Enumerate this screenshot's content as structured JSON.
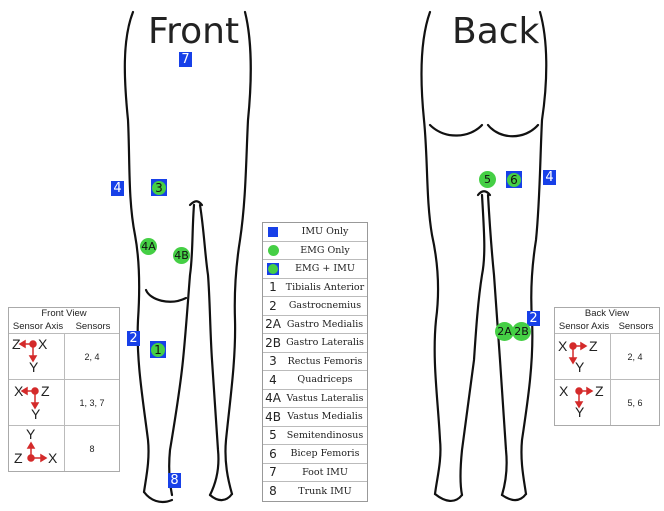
{
  "views": {
    "front_title": "Front",
    "back_title": "Back"
  },
  "markers": {
    "m7": "7",
    "m4_front": "4",
    "m3": "3",
    "m4a": "4A",
    "m4b": "4B",
    "m2_front": "2",
    "m1": "1",
    "m8": "8",
    "m5": "5",
    "m6": "6",
    "m4_back": "4",
    "m2_back": "2",
    "m2a": "2A",
    "m2b": "2B"
  },
  "legend": [
    {
      "symbol": "imu",
      "label": "IMU Only"
    },
    {
      "symbol": "emg",
      "label": "EMG Only"
    },
    {
      "symbol": "combo",
      "label": "EMG + IMU"
    },
    {
      "symbol": "1",
      "label": "Tibialis Anterior"
    },
    {
      "symbol": "2",
      "label": "Gastrocnemius"
    },
    {
      "symbol": "2A",
      "label": "Gastro Medialis"
    },
    {
      "symbol": "2B",
      "label": "Gastro Lateralis"
    },
    {
      "symbol": "3",
      "label": "Rectus Femoris"
    },
    {
      "symbol": "4",
      "label": "Quadriceps"
    },
    {
      "symbol": "4A",
      "label": "Vastus Lateralis"
    },
    {
      "symbol": "4B",
      "label": "Vastus Medialis"
    },
    {
      "symbol": "5",
      "label": "Semitendinosus"
    },
    {
      "symbol": "6",
      "label": "Bicep Femoris"
    },
    {
      "symbol": "7",
      "label": "Foot IMU"
    },
    {
      "symbol": "8",
      "label": "Trunk IMU"
    }
  ],
  "front_table": {
    "title": "Front View",
    "col_axis": "Sensor Axis",
    "col_sensors": "Sensors",
    "rows": [
      {
        "sensors": "2, 4",
        "axes": [
          "Z",
          "X",
          "Y"
        ]
      },
      {
        "sensors": "1, 3, 7",
        "axes": [
          "X",
          "Z",
          "Y"
        ]
      },
      {
        "sensors": "8",
        "axes": [
          "Y",
          "Z",
          "X"
        ]
      }
    ]
  },
  "back_table": {
    "title": "Back View",
    "col_axis": "Sensor Axis",
    "col_sensors": "Sensors",
    "rows": [
      {
        "sensors": "2, 4",
        "axes": [
          "X",
          "Z",
          "Y"
        ]
      },
      {
        "sensors": "5, 6",
        "axes": [
          "X",
          "Z",
          "Y"
        ]
      }
    ]
  },
  "colors": {
    "imu": "#1740e8",
    "emg": "#45cf45",
    "axis_arrow": "#d42a2a"
  }
}
